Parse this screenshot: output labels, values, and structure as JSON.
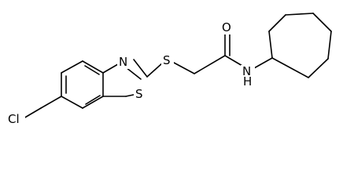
{
  "diagram": {
    "background": "#ffffff",
    "stroke_color": "#000000",
    "atoms": {
      "chlorine": "Cl",
      "thiazole_nitrogen": "N",
      "thiazole_sulfur": "S",
      "thioether_sulfur": "S",
      "carbonyl_oxygen": "O",
      "amide_nitrogen": "N",
      "amide_hydrogen": "H"
    }
  }
}
